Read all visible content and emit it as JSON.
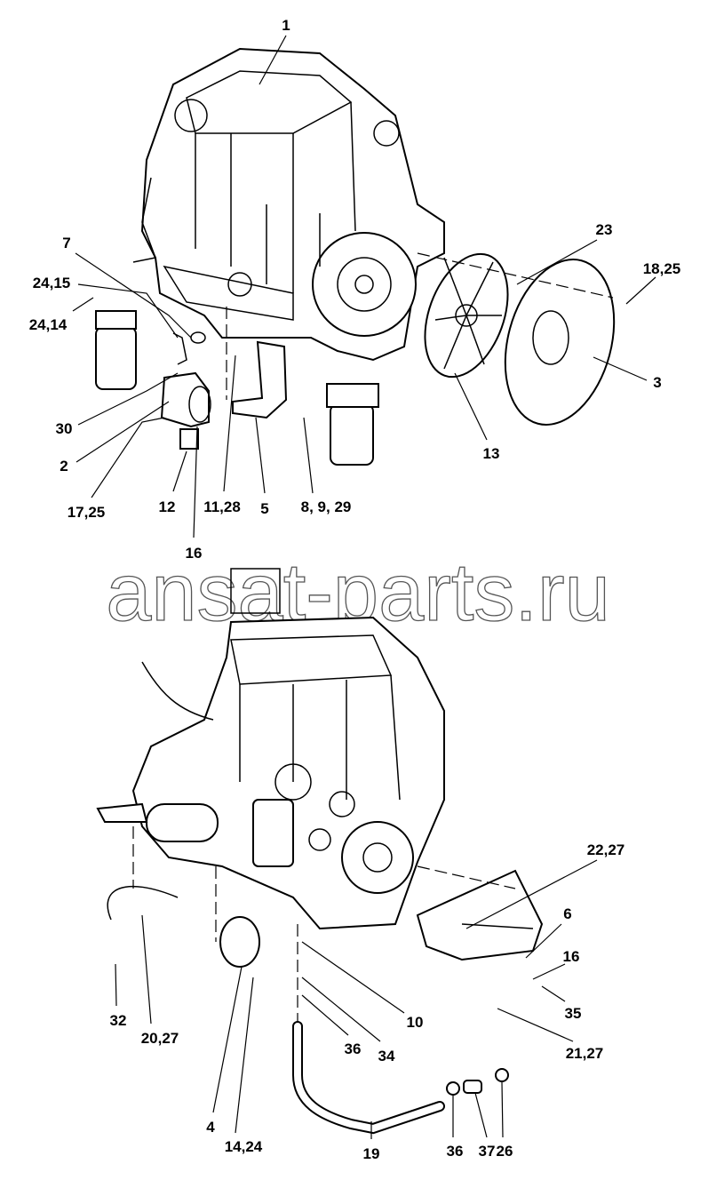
{
  "watermark": "ansat-parts.ru",
  "top_view": {
    "callouts": [
      "1",
      "7",
      "24,15",
      "24,14",
      "23",
      "18,25",
      "3",
      "30",
      "2",
      "13",
      "17,25",
      "12",
      "11,28",
      "5",
      "8, 9, 29",
      "16"
    ]
  },
  "bottom_view": {
    "callouts": [
      "22,27",
      "6",
      "16",
      "35",
      "10",
      "32",
      "20,27",
      "36",
      "34",
      "21,27",
      "4",
      "14,24",
      "19",
      "36",
      "37",
      "26"
    ]
  }
}
